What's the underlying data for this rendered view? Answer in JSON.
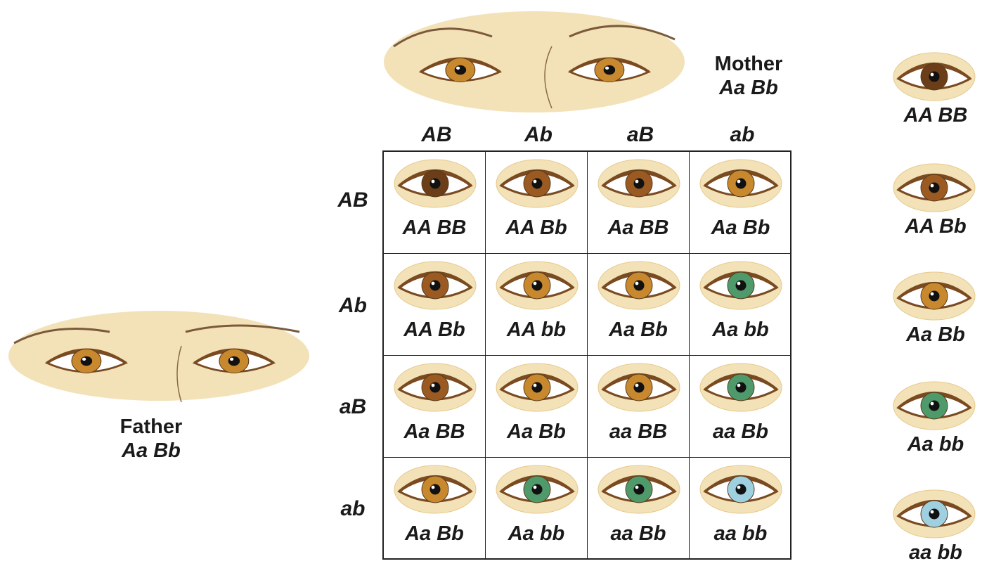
{
  "mother": {
    "label": "Mother",
    "genotype": "Aa Bb",
    "iris_color": "#c8882e"
  },
  "father": {
    "label": "Father",
    "genotype": "Aa Bb",
    "iris_color": "#c8882e"
  },
  "column_alleles": [
    "AB",
    "Ab",
    "aB",
    "ab"
  ],
  "row_alleles": [
    "AB",
    "Ab",
    "aB",
    "ab"
  ],
  "punnett_cells": [
    [
      {
        "genotype": "AA BB",
        "eye": "dark-brown"
      },
      {
        "genotype": "AA Bb",
        "eye": "brown"
      },
      {
        "genotype": "Aa BB",
        "eye": "brown"
      },
      {
        "genotype": "Aa Bb",
        "eye": "light-brown"
      }
    ],
    [
      {
        "genotype": "AA Bb",
        "eye": "brown"
      },
      {
        "genotype": "AA bb",
        "eye": "light-brown"
      },
      {
        "genotype": "Aa Bb",
        "eye": "light-brown"
      },
      {
        "genotype": "Aa bb",
        "eye": "green"
      }
    ],
    [
      {
        "genotype": "Aa BB",
        "eye": "brown"
      },
      {
        "genotype": "Aa Bb",
        "eye": "light-brown"
      },
      {
        "genotype": "aa BB",
        "eye": "light-brown"
      },
      {
        "genotype": "aa Bb",
        "eye": "green"
      }
    ],
    [
      {
        "genotype": "Aa Bb",
        "eye": "light-brown"
      },
      {
        "genotype": "Aa bb",
        "eye": "green"
      },
      {
        "genotype": "aa Bb",
        "eye": "green"
      },
      {
        "genotype": "aa bb",
        "eye": "blue"
      }
    ]
  ],
  "phenotype_key": [
    {
      "genotype": "AA BB",
      "eye": "dark-brown"
    },
    {
      "genotype": "AA Bb",
      "eye": "brown"
    },
    {
      "genotype": "Aa Bb",
      "eye": "light-brown"
    },
    {
      "genotype": "Aa bb",
      "eye": "green"
    },
    {
      "genotype": "aa bb",
      "eye": "blue"
    }
  ],
  "colors": {
    "skin": "#f3e2b8",
    "skin_edge": "#e6c98c",
    "eye_outline": "#7a4a20",
    "sclera": "#ffffff",
    "pupil": "#111111",
    "grid_line": "#222222",
    "iris": {
      "dark-brown": "#6b3d18",
      "brown": "#9a5a22",
      "light-brown": "#c8882e",
      "green": "#4f9a6a",
      "blue": "#9fd0e0"
    }
  }
}
